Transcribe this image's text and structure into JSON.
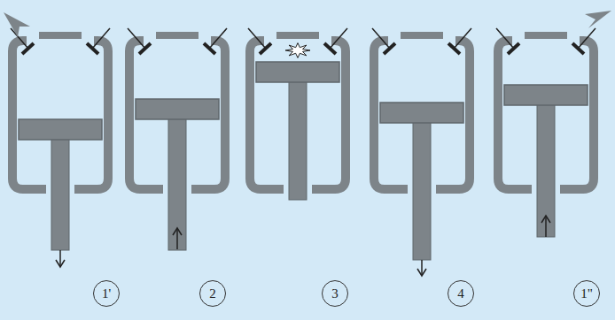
{
  "diagram": {
    "nodes": [
      {
        "text": [
          "1'"
        ]
      },
      {
        "text": [
          "2"
        ]
      },
      {
        "text": [
          "3"
        ]
      },
      {
        "text": [
          "4"
        ]
      },
      {
        "text": [
          "1\""
        ]
      }
    ]
  }
}
